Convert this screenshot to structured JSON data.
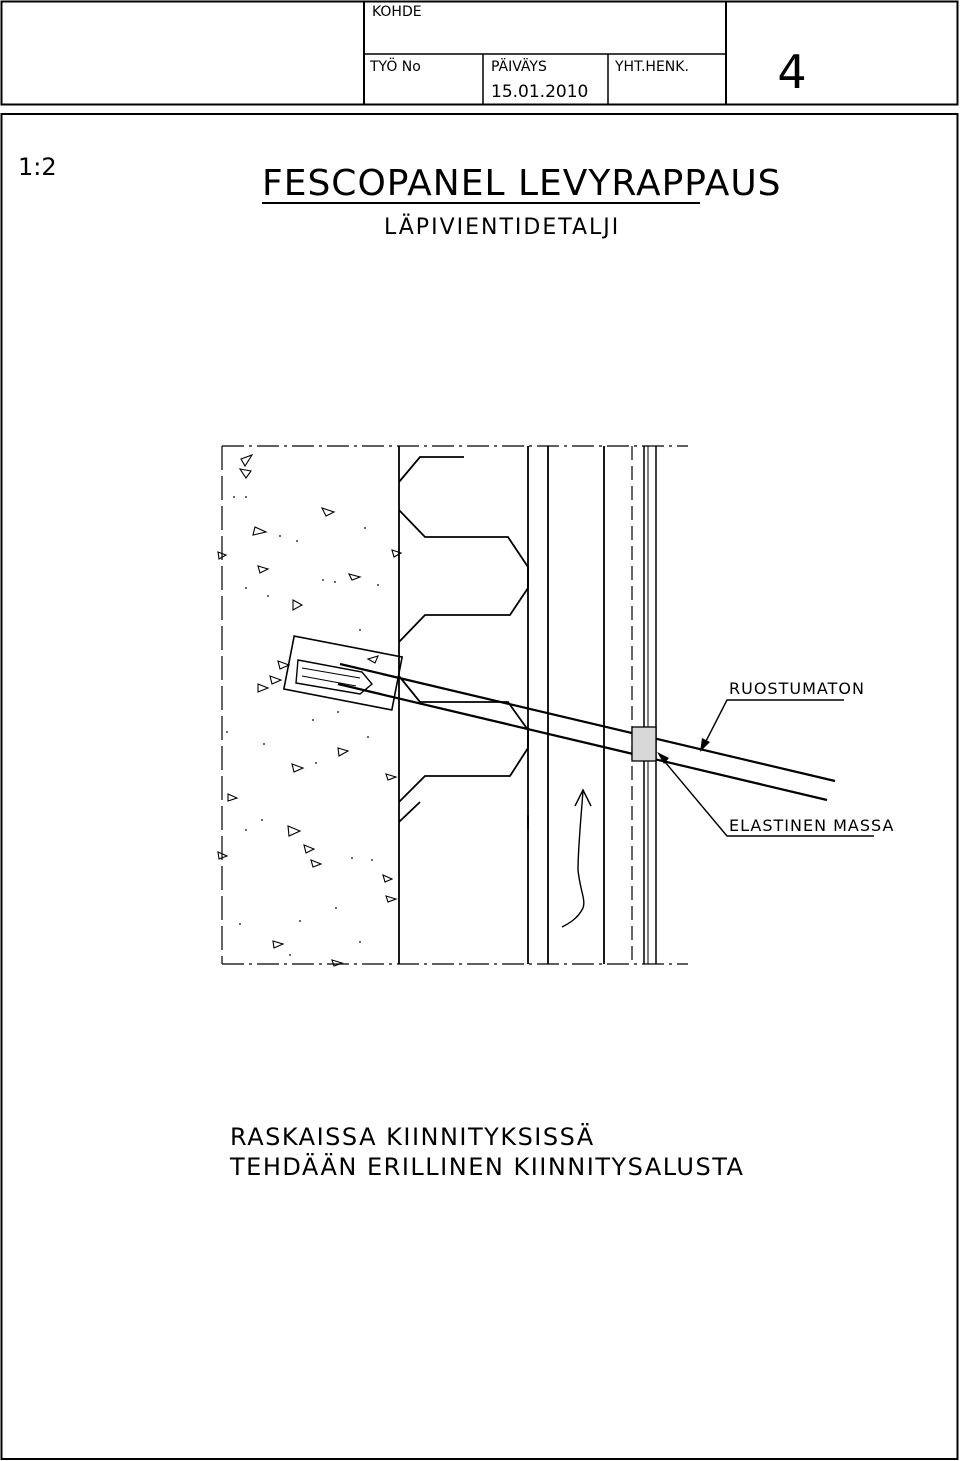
{
  "title_block": {
    "kohde_label": "KOHDE",
    "tyo_no_label": "TYÖ No",
    "paivays_label": "PÄIVÄYS",
    "date": "15.01.2010",
    "yht_henk_label": "YHT.HENK.",
    "sheet_number": "4"
  },
  "drawing": {
    "scale": "1:2",
    "title": "FESCOPANEL LEVYRAPPAUS",
    "subtitle": "LÄPIVIENTIDETALJI",
    "labels": {
      "pipe": "RUOSTUMATON",
      "sealant": "ELASTINEN MASSA"
    },
    "note_lines": [
      "RASKAISSA KIINNITYKSISSÄ",
      "TEHDÄÄN ERILLINEN KIINNITYSALUSTA"
    ]
  }
}
